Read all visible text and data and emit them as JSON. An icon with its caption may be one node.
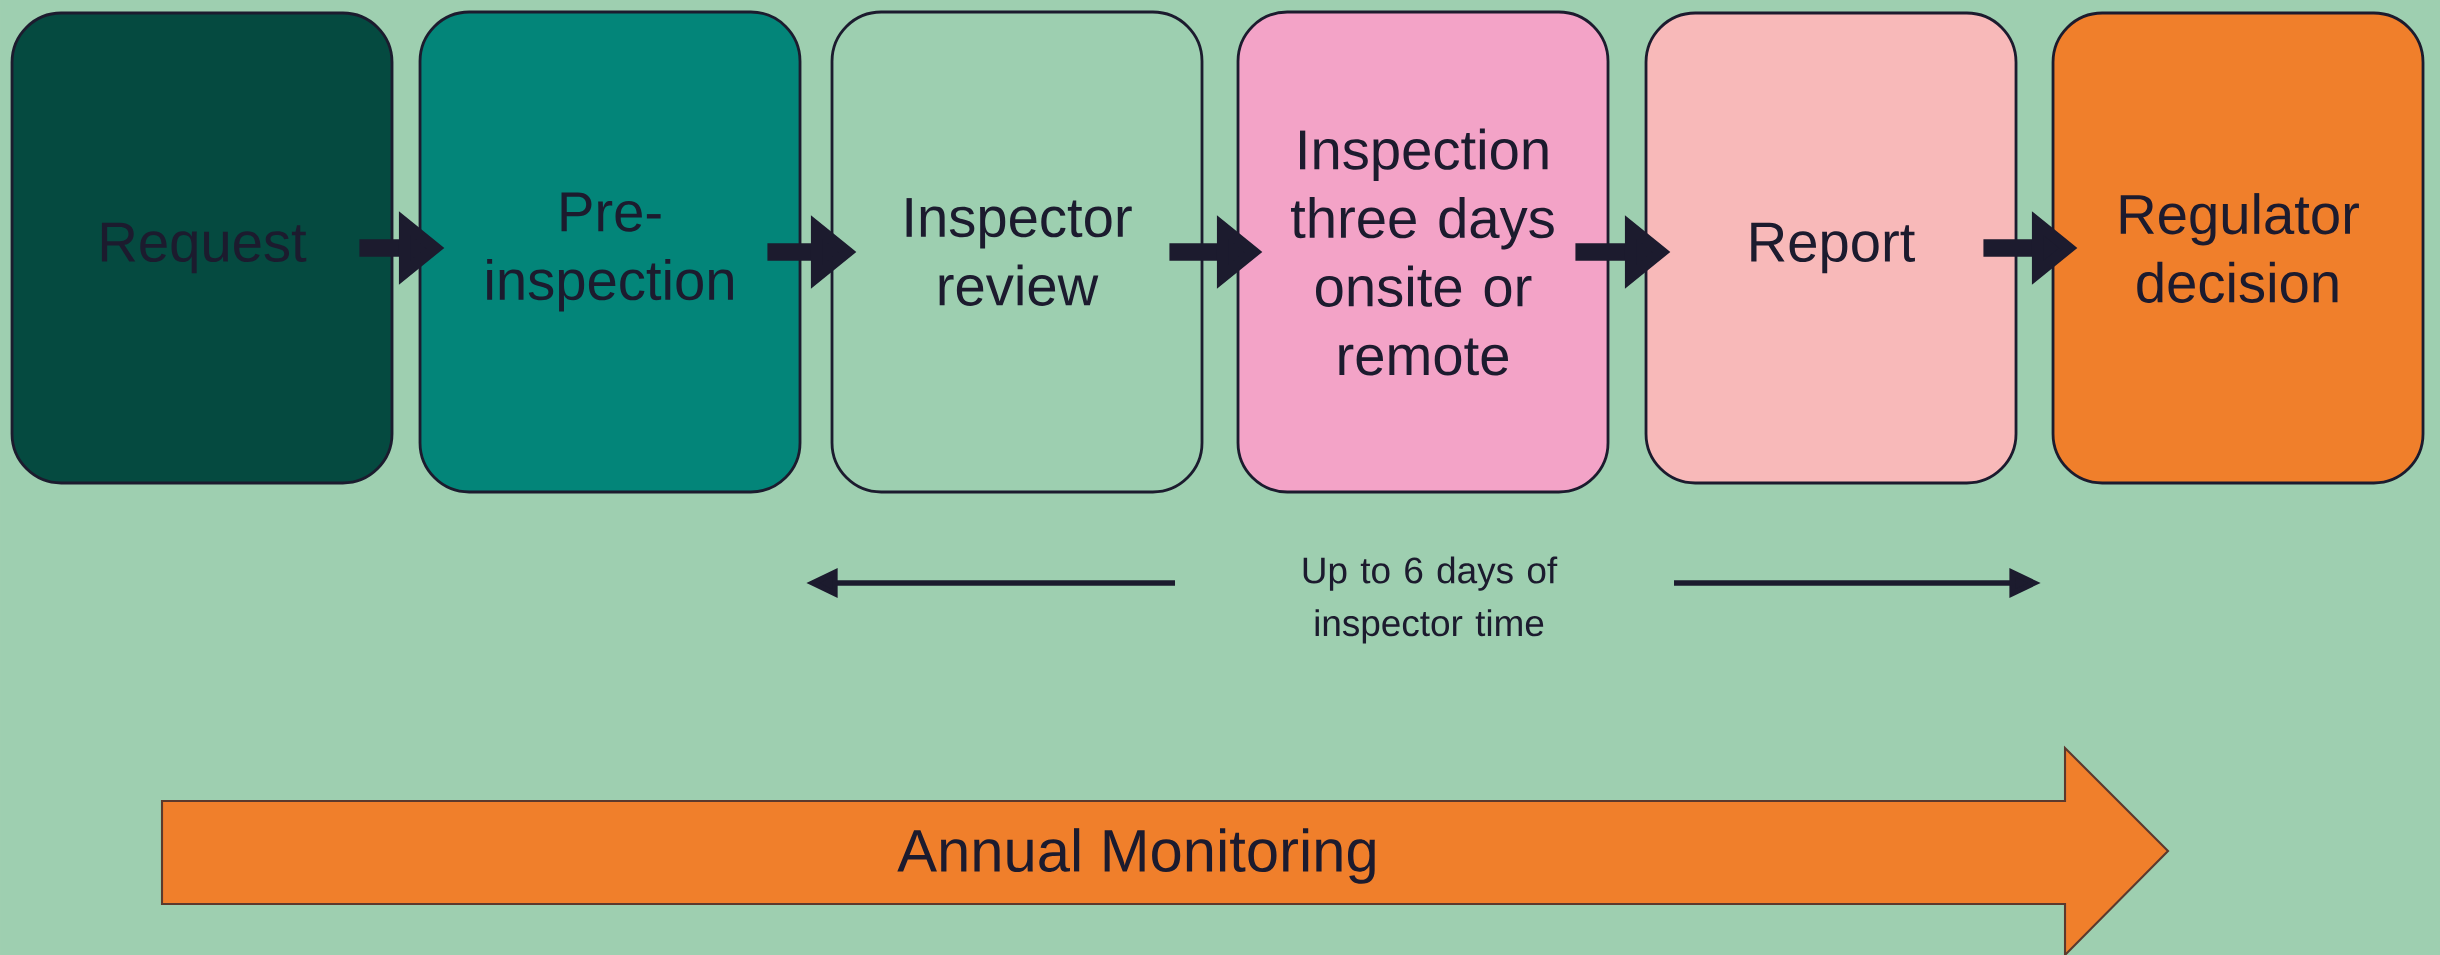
{
  "diagram": {
    "nodes": [
      {
        "text": [
          "Request"
        ]
      },
      {
        "text": [
          "Pre-inspection"
        ]
      },
      {
        "text": [
          "Inspector review"
        ]
      },
      {
        "text": [
          "Inspection three days onsite or remote"
        ]
      },
      {
        "text": [
          "Report"
        ]
      },
      {
        "text": [
          "Regulator decision"
        ]
      },
      {
        "text": [
          "Annual Monitoring"
        ]
      }
    ],
    "edges": [
      {
        "from": 0,
        "to": 1,
        "arrow": "to"
      },
      {
        "from": 1,
        "to": 2,
        "arrow": "to"
      },
      {
        "from": 2,
        "to": 3,
        "arrow": "to"
      },
      {
        "from": 3,
        "to": 4,
        "arrow": "to"
      },
      {
        "from": 4,
        "to": 5,
        "arrow": "to"
      }
    ],
    "labels": [
      "Up to 6 days of inspector time"
    ]
  }
}
